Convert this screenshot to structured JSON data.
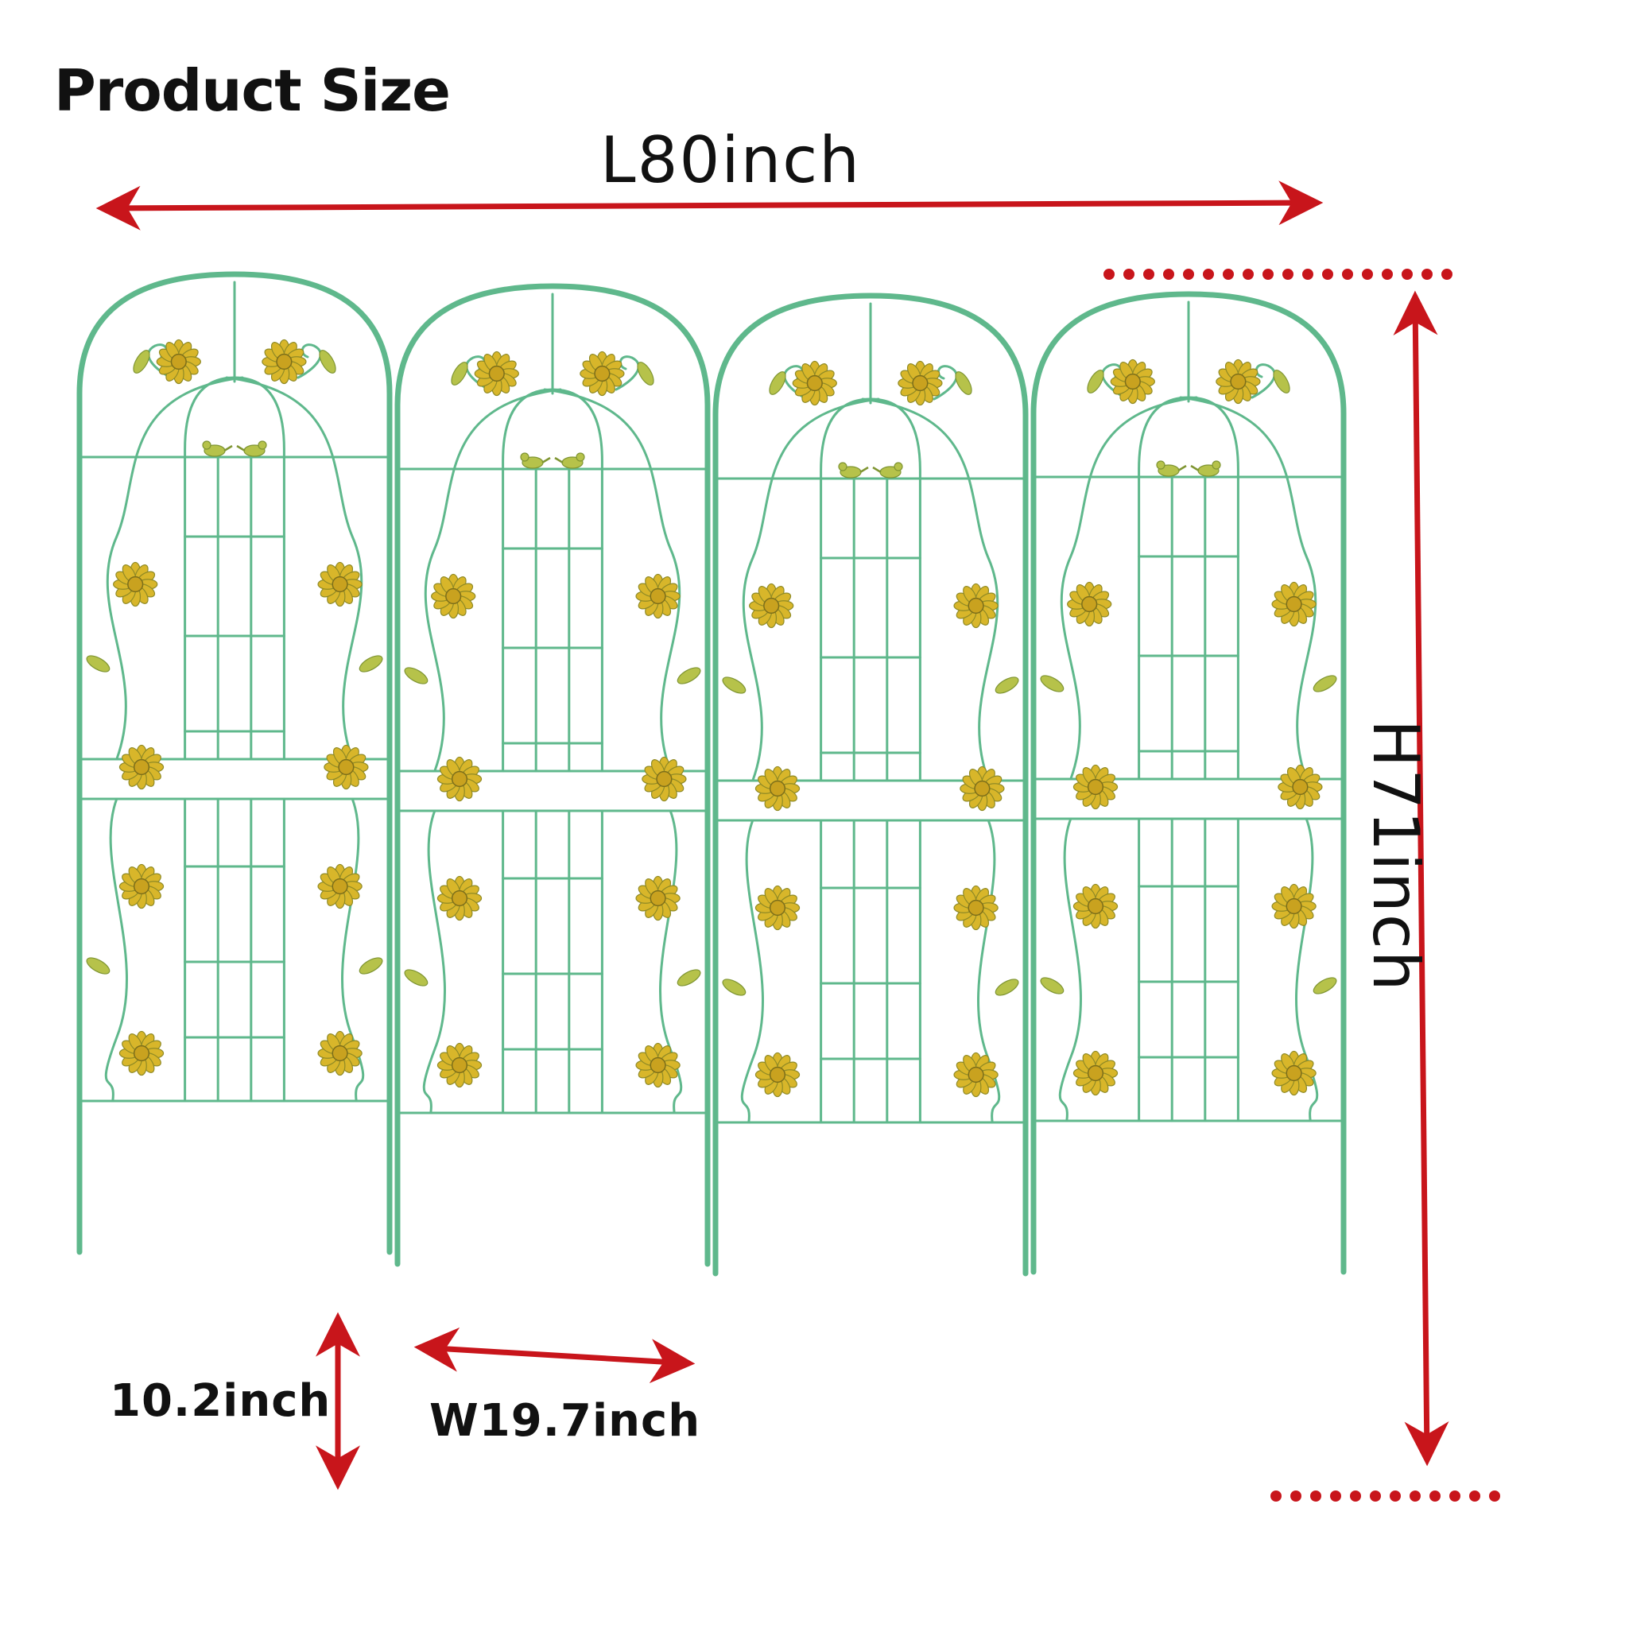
{
  "title": "Product Size",
  "dimensions": {
    "length": "L80inch",
    "height": "H71inch",
    "panel_width": "W19.7inch",
    "leg_length": "10.2inch"
  },
  "product": {
    "panel_count": 4,
    "frame_color": "#5fb88c",
    "flower_color": "#d8b62a",
    "leaf_color": "#b6c24a"
  },
  "annotation_color": "#c8151b"
}
